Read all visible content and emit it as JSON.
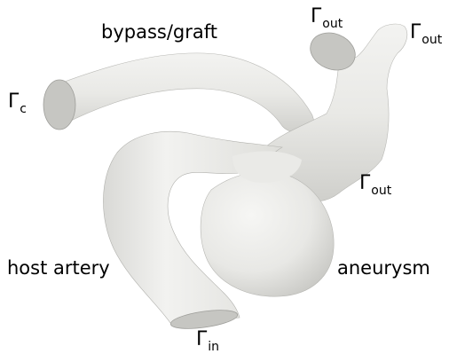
{
  "labels": {
    "bypass": "bypass/graft",
    "host_artery": "host artery",
    "aneurysm": "aneurysm"
  },
  "boundaries": {
    "gamma_c": {
      "symbol": "Γ",
      "sub": "c"
    },
    "gamma_out_top": {
      "symbol": "Γ",
      "sub": "out"
    },
    "gamma_out_right": {
      "symbol": "Γ",
      "sub": "out"
    },
    "gamma_out_lower": {
      "symbol": "Γ",
      "sub": "out"
    },
    "gamma_in": {
      "symbol": "Γ",
      "sub": "in"
    }
  },
  "colors": {
    "surface": "#ececea",
    "surface_shadow": "#c9c9c6",
    "cap": "#c4c4c0",
    "edge": "#9e9e9a"
  }
}
